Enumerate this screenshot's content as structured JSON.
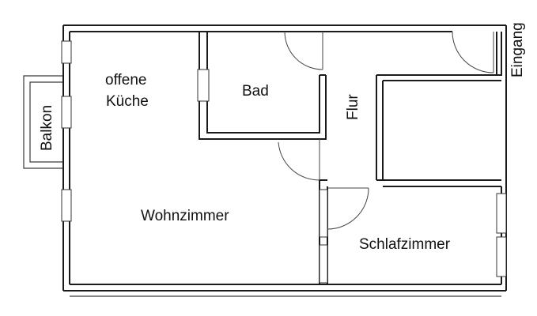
{
  "rooms": {
    "kitchen_line1": "offene",
    "kitchen_line2": "Küche",
    "bath": "Bad",
    "hall": "Flur",
    "entrance": "Eingang",
    "balcony": "Balkon",
    "living": "Wohnzimmer",
    "bedroom": "Schlafzimmer"
  }
}
